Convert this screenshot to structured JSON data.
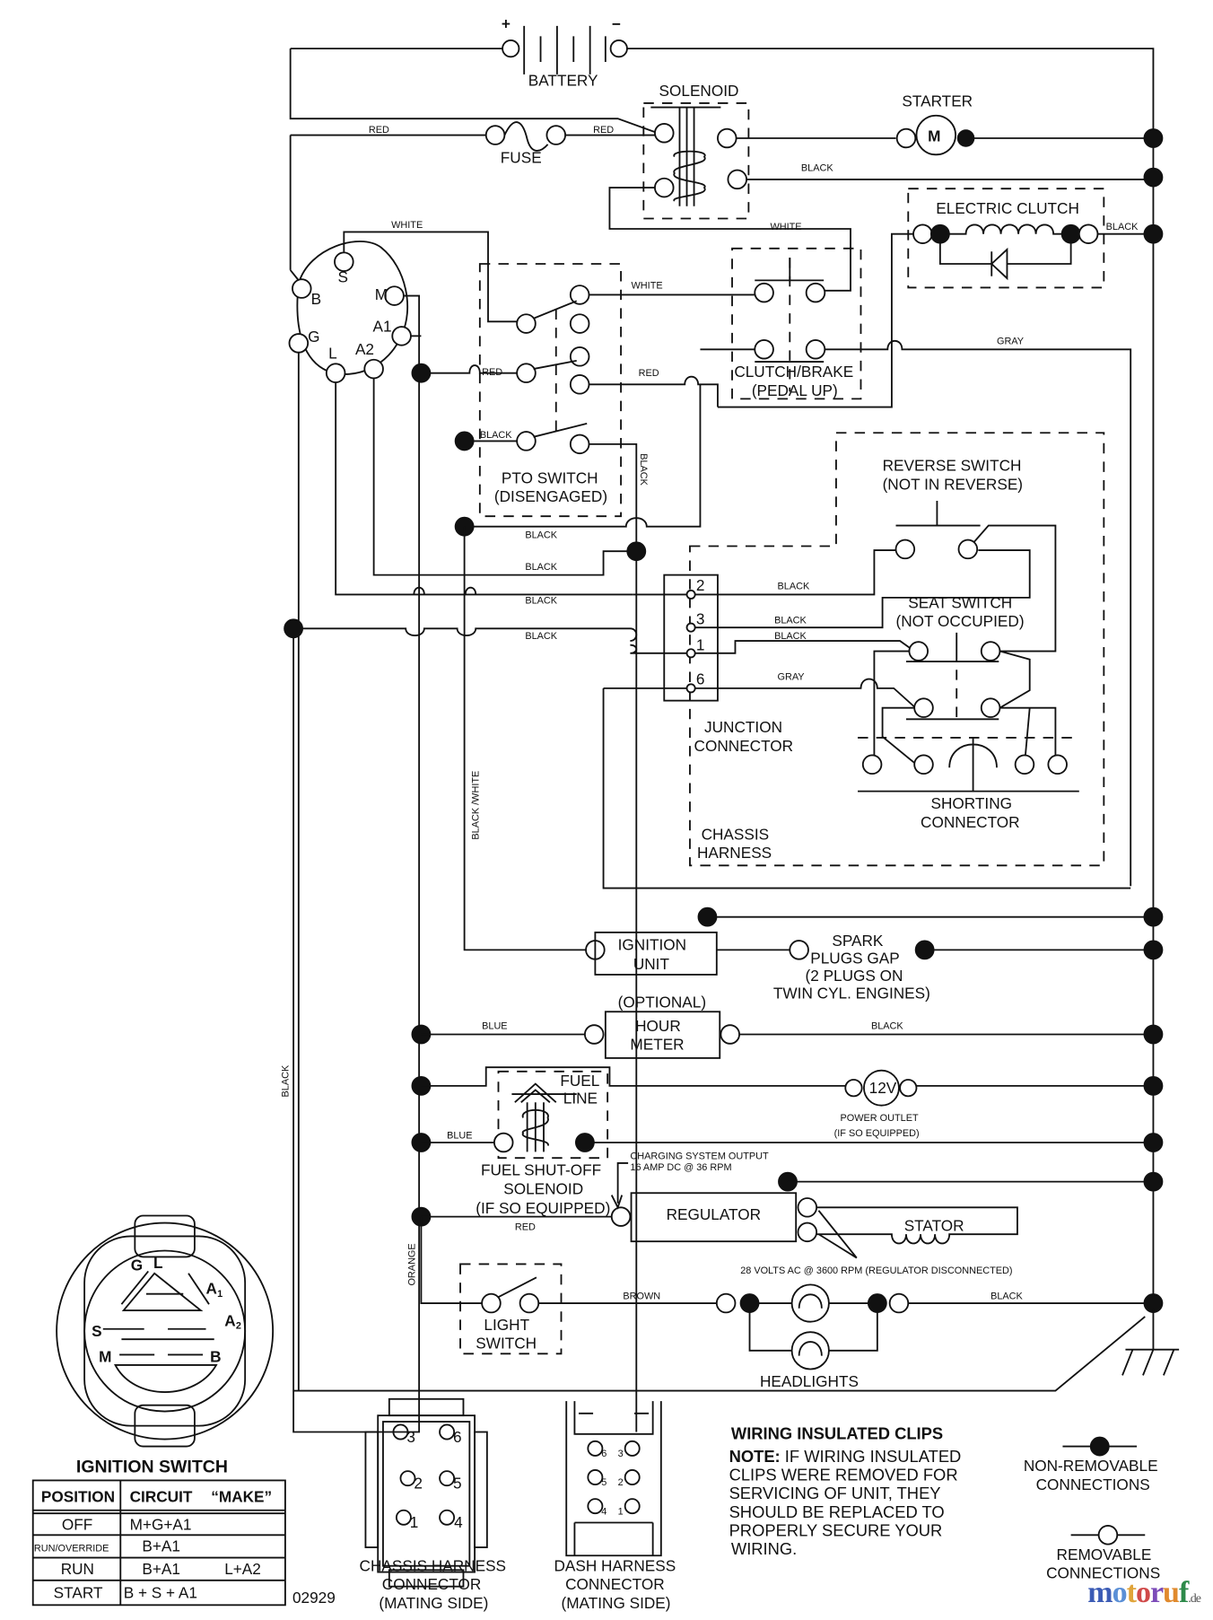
{
  "diagram": {
    "components": {
      "battery": {
        "label": "BATTERY",
        "plus": "+",
        "minus": "−"
      },
      "solenoid": {
        "label": "SOLENOID"
      },
      "starter": {
        "label": "STARTER",
        "symbol": "M"
      },
      "fuse": {
        "label": "FUSE"
      },
      "electric_clutch": {
        "label": "ELECTRIC CLUTCH"
      },
      "ignition_switch_terminals": [
        "S",
        "B",
        "M",
        "A1",
        "G",
        "L",
        "A2"
      ],
      "pto_switch": {
        "line1": "PTO SWITCH",
        "line2": "(DISENGAGED)"
      },
      "clutch_brake": {
        "line1": "CLUTCH/BRAKE",
        "line2": "(PEDAL UP)"
      },
      "reverse_switch": {
        "line1": "REVERSE SWITCH",
        "line2": "(NOT IN REVERSE)"
      },
      "seat_switch": {
        "line1": "SEAT SWITCH",
        "line2": "(NOT OCCUPIED)"
      },
      "junction_connector": {
        "line1": "JUNCTION",
        "line2": "CONNECTOR",
        "pins": [
          "2",
          "3",
          "1",
          "6"
        ]
      },
      "shorting_connector": {
        "line1": "SHORTING",
        "line2": "CONNECTOR"
      },
      "chassis_harness": {
        "line1": "CHASSIS",
        "line2": "HARNESS"
      },
      "ignition_unit": {
        "line1": "IGNITION",
        "line2": "UNIT"
      },
      "spark_plugs": {
        "line1": "SPARK",
        "line2": "PLUGS GAP",
        "line3": "(2 PLUGS ON",
        "line4": "TWIN CYL. ENGINES)"
      },
      "hour_meter": {
        "optional": "(OPTIONAL)",
        "line1": "HOUR",
        "line2": "METER"
      },
      "power_outlet": {
        "symbol": "12V",
        "line1": "POWER OUTLET",
        "line2": "(IF SO EQUIPPED)"
      },
      "fuel_solenoid": {
        "fuel1": "FUEL",
        "fuel2": "LINE",
        "line1": "FUEL SHUT-OFF",
        "line2": "SOLENOID",
        "line3": "(IF SO EQUIPPED)"
      },
      "regulator": {
        "label": "REGULATOR",
        "note1": "CHARGING SYSTEM OUTPUT",
        "note2": "16 AMP DC @ 36 RPM"
      },
      "stator": {
        "label": "STATOR",
        "note": "28 VOLTS AC @ 3600 RPM (REGULATOR DISCONNECTED)"
      },
      "light_switch": {
        "line1": "LIGHT",
        "line2": "SWITCH"
      },
      "headlights": {
        "label": "HEADLIGHTS"
      }
    },
    "wire_labels": {
      "red": "RED",
      "black": "BLACK",
      "white": "WHITE",
      "gray": "GRAY",
      "blue": "BLUE",
      "brown": "BROWN",
      "orange": "ORANGE",
      "black_white": "BLACK /WHITE"
    },
    "ignition_switch_face": {
      "title": "IGNITION SWITCH",
      "terminals": {
        "G": "G",
        "L": "L",
        "A1": "A",
        "A1sub": "1",
        "A2": "A",
        "A2sub": "2",
        "S": "S",
        "M": "M",
        "B": "B"
      }
    },
    "ignition_table": {
      "headers": [
        "POSITION",
        "CIRCUIT",
        "“MAKE”"
      ],
      "rows": [
        {
          "position": "OFF",
          "circuit": "M+G+A1",
          "extra": ""
        },
        {
          "position": "RUN/OVERRIDE",
          "circuit": "B+A1",
          "extra": ""
        },
        {
          "position": "RUN",
          "circuit": "B+A1",
          "extra": "L+A2"
        },
        {
          "position": "START",
          "circuit": "B + S + A1",
          "extra": ""
        }
      ]
    },
    "part_number": "02929",
    "chassis_connector": {
      "line1": "CHASSIS HARNESS",
      "line2": "CONNECTOR",
      "line3": "(MATING SIDE)",
      "pins": [
        "3",
        "6",
        "2",
        "5",
        "1",
        "4"
      ]
    },
    "dash_connector": {
      "line1": "DASH HARNESS",
      "line2": "CONNECTOR",
      "line3": "(MATING SIDE)",
      "pins": [
        "6",
        "3",
        "5",
        "2",
        "4",
        "1"
      ]
    },
    "note": {
      "title": "WIRING INSULATED CLIPS",
      "lead": "NOTE:",
      "lines": [
        "IF WIRING INSULATED",
        "CLIPS WERE REMOVED FOR",
        "SERVICING OF UNIT, THEY",
        "SHOULD BE REPLACED TO",
        "PROPERLY SECURE YOUR",
        " WIRING."
      ]
    },
    "legend": {
      "non_removable": {
        "line1": "NON-REMOVABLE",
        "line2": "CONNECTIONS"
      },
      "removable": {
        "line1": "REMOVABLE",
        "line2": "CONNECTIONS"
      }
    },
    "watermark": {
      "text": "motoruf",
      "suffix": ".de",
      "colors": [
        "#3b5bb5",
        "#5a8fd6",
        "#e0a43a",
        "#d04a4a",
        "#7c4bb8",
        "#e08a2e",
        "#2e8a4a"
      ]
    }
  }
}
